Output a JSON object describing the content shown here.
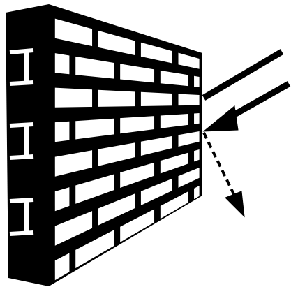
{
  "illustration": {
    "subject": "brick-wall",
    "rays": {
      "incoming_count": 2,
      "reflected_count": 1,
      "reflected_style": "dashed"
    }
  },
  "colors": {
    "ink": "#000000",
    "paper": "#ffffff"
  }
}
